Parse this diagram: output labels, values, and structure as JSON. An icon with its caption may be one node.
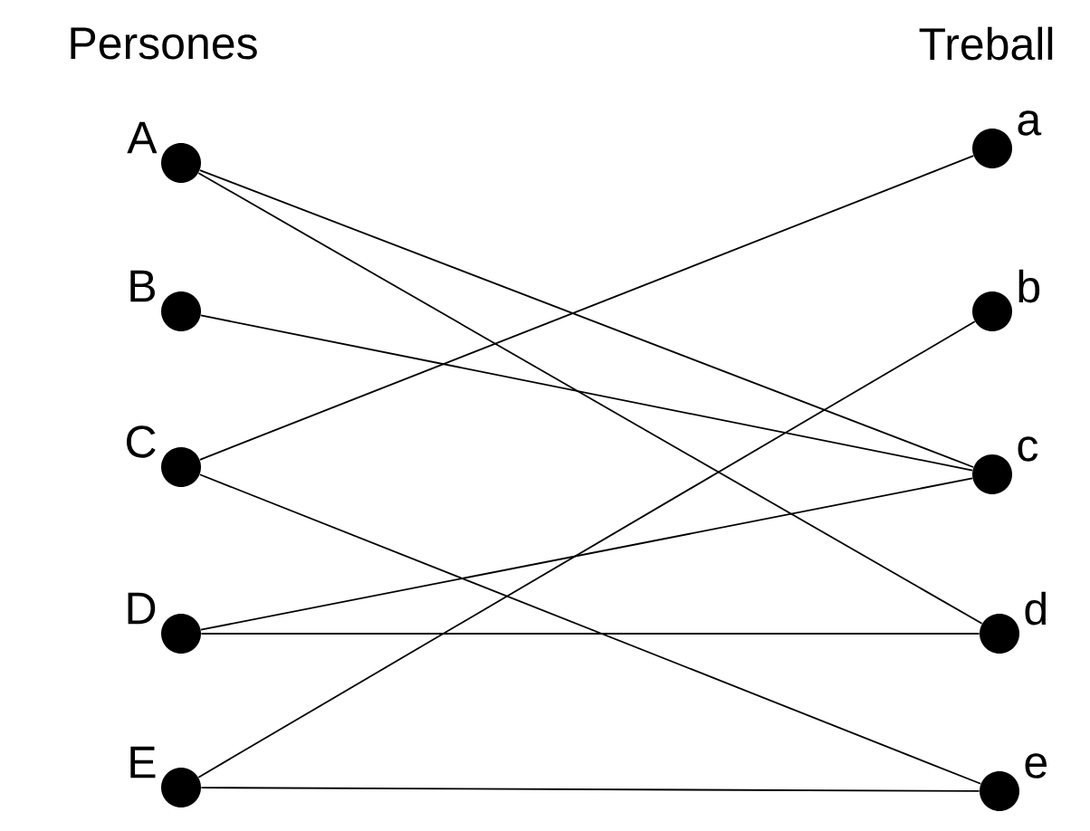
{
  "diagram": {
    "nodes": [
      {
        "text": [],
        "shape": "circle",
        "beside": [
          "A"
        ]
      },
      {
        "text": [],
        "shape": "circle",
        "beside": [
          "B"
        ]
      },
      {
        "text": [],
        "shape": "circle",
        "beside": [
          "C"
        ]
      },
      {
        "text": [],
        "shape": "circle",
        "beside": [
          "D"
        ]
      },
      {
        "text": [],
        "shape": "circle",
        "beside": [
          "E"
        ]
      },
      {
        "text": [],
        "shape": "circle",
        "beside": [
          "a"
        ]
      },
      {
        "text": [],
        "shape": "circle",
        "beside": [
          "b"
        ]
      },
      {
        "text": [],
        "shape": "circle",
        "beside": [
          "c"
        ]
      },
      {
        "text": [],
        "shape": "circle",
        "beside": [
          "d"
        ]
      },
      {
        "text": [],
        "shape": "circle",
        "beside": [
          "e"
        ]
      }
    ],
    "edges": [
      {
        "from": 0,
        "to": 7,
        "arrow": "none"
      },
      {
        "from": 0,
        "to": 8,
        "arrow": "none"
      },
      {
        "from": 1,
        "to": 7,
        "arrow": "none"
      },
      {
        "from": 2,
        "to": 5,
        "arrow": "none"
      },
      {
        "from": 2,
        "to": 9,
        "arrow": "none"
      },
      {
        "from": 3,
        "to": 7,
        "arrow": "none"
      },
      {
        "from": 3,
        "to": 8,
        "arrow": "none"
      },
      {
        "from": 4,
        "to": 6,
        "arrow": "none"
      },
      {
        "from": 4,
        "to": 9,
        "arrow": "none"
      }
    ],
    "labels": [
      "Persones",
      "Treball"
    ]
  }
}
